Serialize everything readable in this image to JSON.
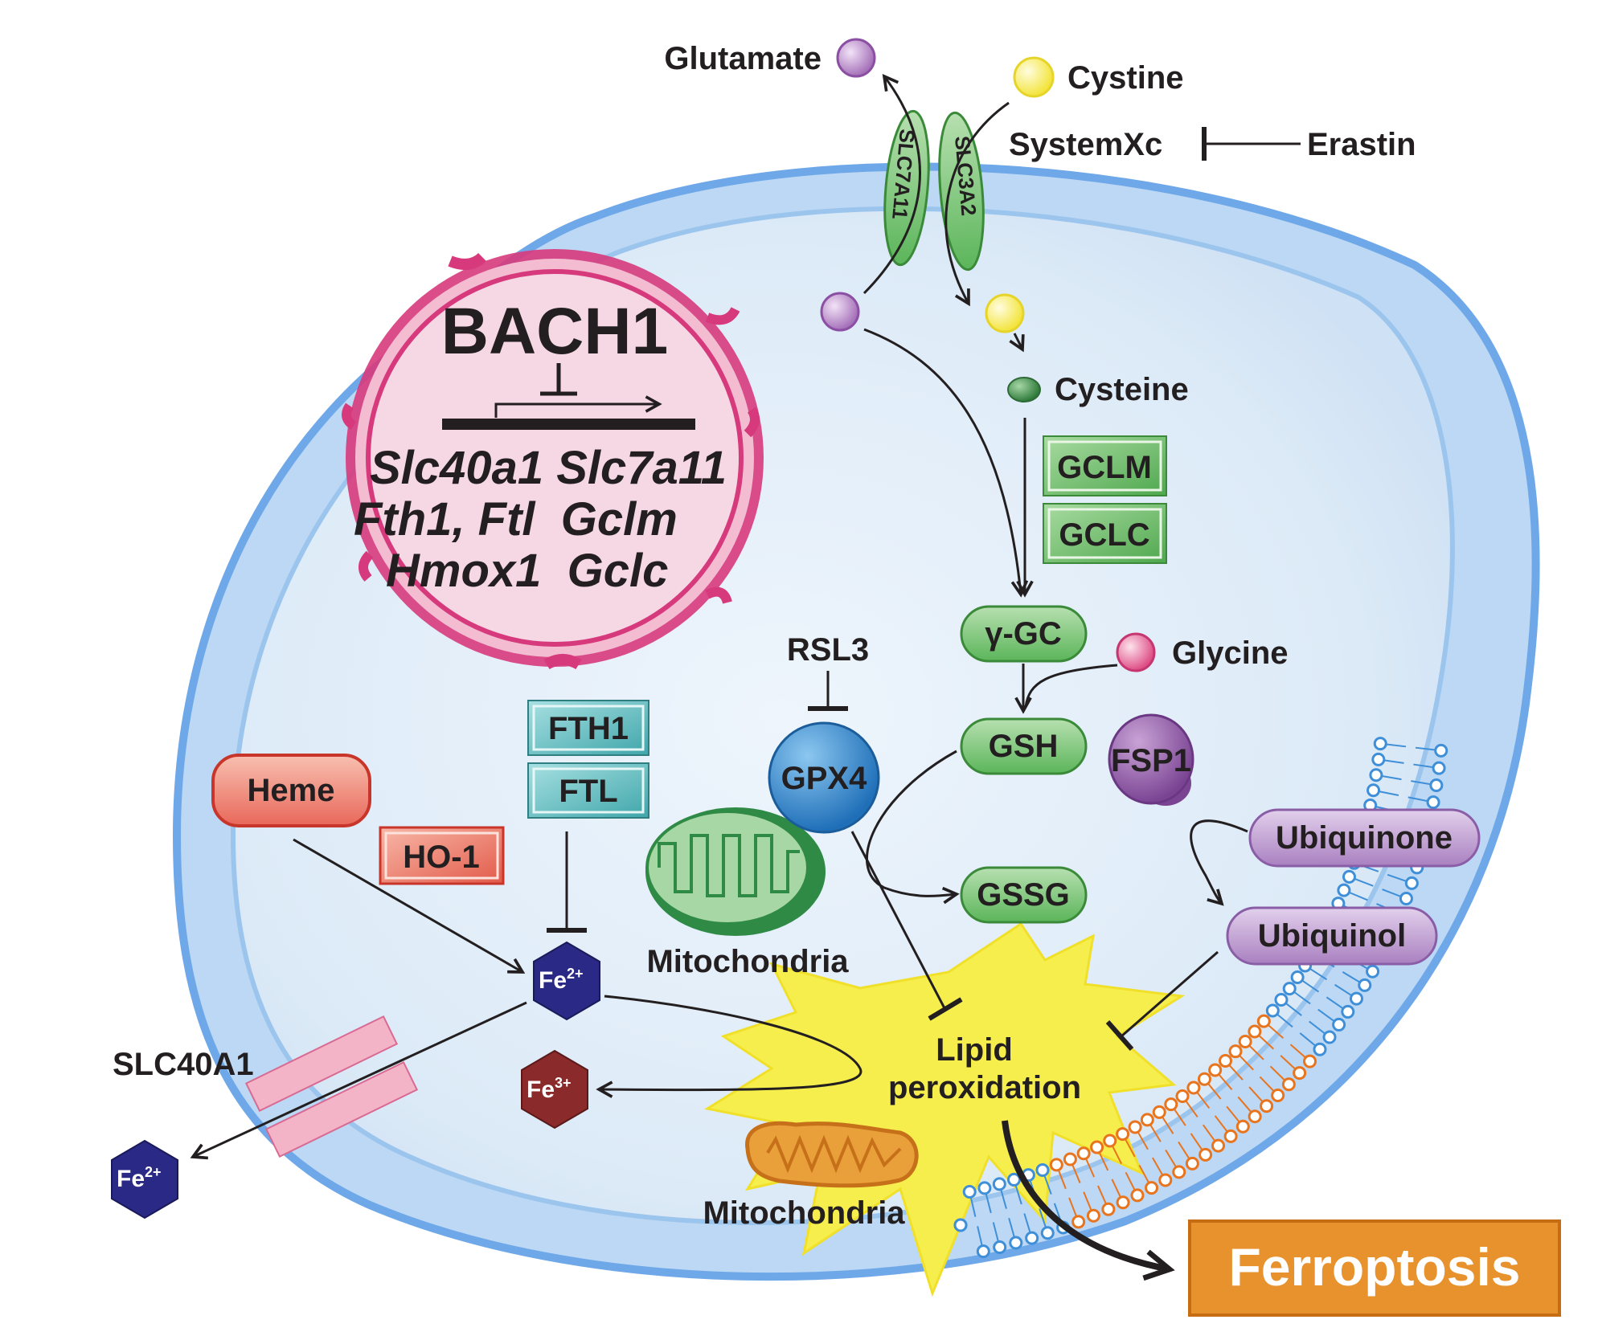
{
  "nucleus": {
    "title": "BACH1",
    "genes_row1": "Slc40a1 Slc7a11",
    "genes_row2": "Fth1, Ftl  Gclm",
    "genes_row3": "Hmox1  Gclc"
  },
  "transport": {
    "glutamate": "Glutamate",
    "cystine": "Cystine",
    "system": "SystemXc",
    "erastin": "Erastin",
    "slc7a11": "SLC7A11",
    "slc3a2": "SLC3A2"
  },
  "pathway": {
    "cysteine": "Cysteine",
    "gclm": "GCLM",
    "gclc": "GCLC",
    "ggc": "γ-GC",
    "glycine": "Glycine",
    "gsh": "GSH",
    "gssg": "GSSG",
    "rsl3": "RSL3",
    "gpx4": "GPX4",
    "fsp1": "FSP1",
    "ubiquinone": "Ubiquinone",
    "ubiquinol": "Ubiquinol"
  },
  "iron": {
    "fth1": "FTH1",
    "ftl": "FTL",
    "heme": "Heme",
    "ho1": "HO-1",
    "fe2": "Fe",
    "fe2_charge": "2+",
    "fe3": "Fe",
    "fe3_charge": "3+",
    "slc40a1": "SLC40A1"
  },
  "organelles": {
    "mito1": "Mitochondria",
    "mito2": "Mitochondria"
  },
  "outcome": {
    "lipid1": "Lipid",
    "lipid2": "peroxidation",
    "ferroptosis": "Ferroptosis"
  },
  "colors": {
    "membrane": "#6fa8e8",
    "cytoplasm": "#dceaf7",
    "nucleus": "#f6d6e2",
    "green_box": "#5bb55a",
    "teal_box": "#52b5b8",
    "ferroptosis": "#e8922e"
  }
}
